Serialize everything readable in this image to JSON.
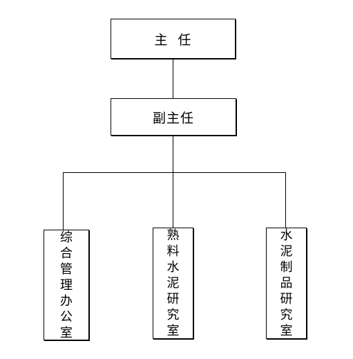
{
  "chart_title": "",
  "nodes": {
    "director": {
      "label": "主  任"
    },
    "deputy": {
      "label": "副主任"
    },
    "departments": [
      {
        "label": "综合管理办公室"
      },
      {
        "label": "熟料水泥研究室"
      },
      {
        "label": "水泥制品研究室"
      }
    ]
  }
}
